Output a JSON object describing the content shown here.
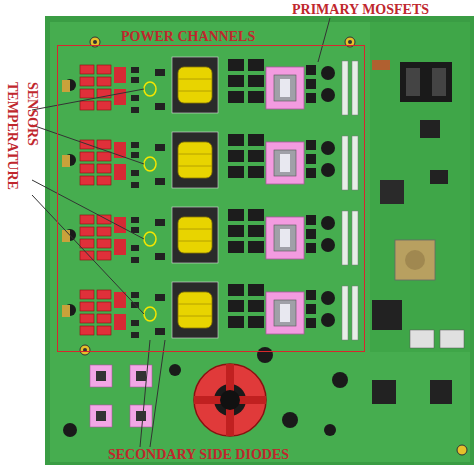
{
  "diagram": {
    "nodes": [
      {
        "text": [
          "POWER CHANNELS"
        ]
      }
    ],
    "labels": [
      "PRIMARY MOSFETS",
      "TEMPERATURE SENSORS",
      "SECONDARY SIDE DIODES"
    ]
  }
}
